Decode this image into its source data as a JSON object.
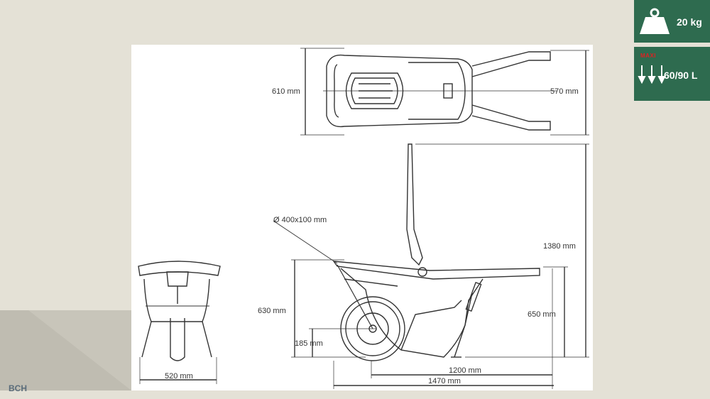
{
  "badges": {
    "weight": {
      "icon": "weight-icon",
      "value": "20 kg"
    },
    "volume": {
      "icon": "load-arrows-icon",
      "tag": "MAXI",
      "value": "60/90 L"
    }
  },
  "footer": {
    "label": "BCH"
  },
  "drawing": {
    "top_width": "610 mm",
    "top_inner_width": "570 mm",
    "wheel_size": "Ø 400x100 mm",
    "total_height": "1380 mm",
    "front_height": "630 mm",
    "rear_height": "650 mm",
    "axle_height": "185 mm",
    "front_width": "520 mm",
    "wheelbase": "1200 mm",
    "total_length": "1470 mm"
  },
  "colors": {
    "badge_bg": "#2e6b4f",
    "page_bg": "#e4e1d6",
    "maxi_red": "#d22"
  }
}
